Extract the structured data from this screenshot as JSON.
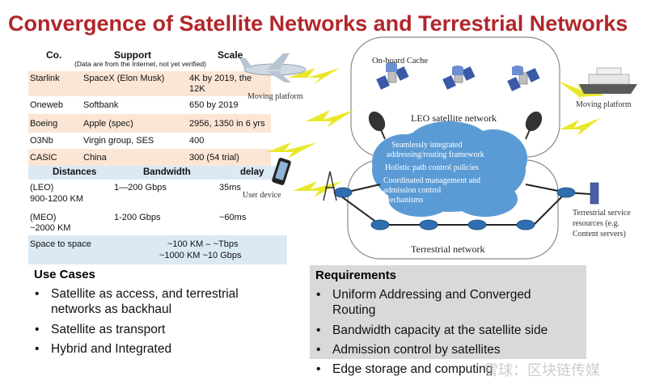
{
  "title": "Convergence of Satellite Networks and Terrestrial Networks",
  "providers_table": {
    "headers": [
      "Co.",
      "Support",
      "Scale"
    ],
    "note": "(Data are from the Internet, not yet verified)",
    "rows": [
      {
        "co": "Starlink",
        "support": "SpaceX (Elon Musk)",
        "scale_line1": "4K by 2019, the",
        "scale_line2": "12K"
      },
      {
        "co": "Oneweb",
        "support": "Softbank",
        "scale_line1": "650 by 2019",
        "scale_line2": ""
      },
      {
        "co": "Boeing",
        "support": "Apple (spec)",
        "scale_line1": "2956, 1350 in 6 yrs",
        "scale_line2": ""
      },
      {
        "co": "O3Nb",
        "support": "Virgin group, SES",
        "scale_line1": "400",
        "scale_line2": ""
      },
      {
        "co": "CASIC",
        "support": "China",
        "scale_line1": "300 (54 trial)",
        "scale_line2": ""
      }
    ]
  },
  "orbit_table": {
    "headers": [
      "Distances",
      "Bandwidth",
      "delay"
    ],
    "rows": [
      {
        "distance_line1": "(LEO)",
        "distance_line2": "900-1200 KM",
        "bandwidth_line1": "1—200 Gbps",
        "bandwidth_line2": "",
        "delay": "35ms"
      },
      {
        "distance_line1": "(MEO)",
        "distance_line2": "~2000 KM",
        "bandwidth_line1": "1-200 Gbps",
        "bandwidth_line2": "",
        "delay": "~60ms"
      },
      {
        "distance_line1": "Space to space",
        "distance_line2": "",
        "bandwidth_line1": "~100 KM – ~Tbps",
        "bandwidth_line2": "~1000 KM  ~10 Gbps",
        "delay": ""
      }
    ]
  },
  "use_cases": {
    "heading": "Use Cases",
    "items": [
      {
        "line1": "Satellite as access, and terrestrial",
        "line2": "networks as backhaul"
      },
      {
        "line1": "Satellite as transport",
        "line2": ""
      },
      {
        "line1": "Hybrid and Integrated",
        "line2": ""
      }
    ]
  },
  "requirements": {
    "heading": "Requirements",
    "items": [
      {
        "line1": "Uniform Addressing and Converged",
        "line2": "Routing"
      },
      {
        "line1": "Bandwidth capacity at the satellite side",
        "line2": ""
      },
      {
        "line1": "Admission control by satellites",
        "line2": ""
      },
      {
        "line1": "Edge storage and computing",
        "line2": ""
      }
    ]
  },
  "diagram": {
    "onboard_cache": "On-board Cache",
    "leo_network": "LEO satellite network",
    "terrestrial_network": "Terrestrial network",
    "moving_platform_left": "Moving platform",
    "moving_platform_right": "Moving platform",
    "user_device": "User device",
    "service_line1": "Terrestrial service",
    "service_line2": "resources (e.g.",
    "service_line3": "Content servers)",
    "cloud_lines": [
      "Seamlessly integrated",
      "addressing/routing framework",
      "Holistic path control policies",
      "Coordinated management and",
      "admission control",
      "mechanisms"
    ],
    "watermark": "雪球：区块链传媒"
  },
  "colors": {
    "title": "#b2262b",
    "cloud": "#5b9bd5",
    "lightning": "#e8e82a",
    "table_orange": "#fbe6d6",
    "table_blue": "#dbe9f5",
    "requirements_bg": "#d9d9d9"
  }
}
